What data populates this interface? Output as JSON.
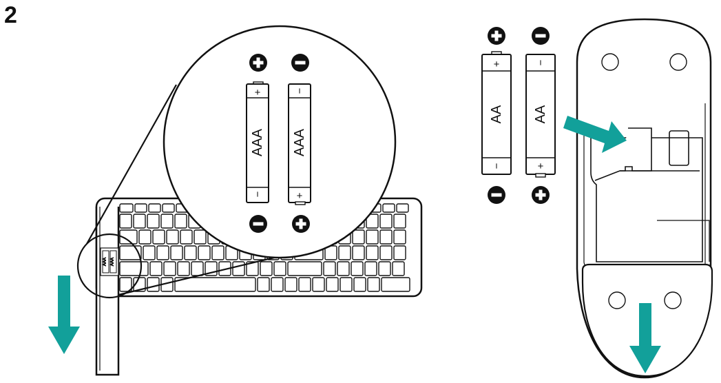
{
  "step_number": "2",
  "colors": {
    "line": "#111111",
    "arrow": "#12a09a",
    "symbol_fill": "#111111",
    "background": "#ffffff"
  },
  "keyboard_batteries": {
    "type_label": "AAA",
    "plus": "+",
    "minus": "−"
  },
  "mouse_batteries": {
    "type_label": "AA",
    "plus": "+",
    "minus": "−"
  },
  "arrows": [
    {
      "name": "keyboard-slide-down-arrow",
      "direction": "down"
    },
    {
      "name": "mouse-slide-down-arrow",
      "direction": "down"
    },
    {
      "name": "mouse-insert-arrow",
      "direction": "down-right"
    }
  ]
}
